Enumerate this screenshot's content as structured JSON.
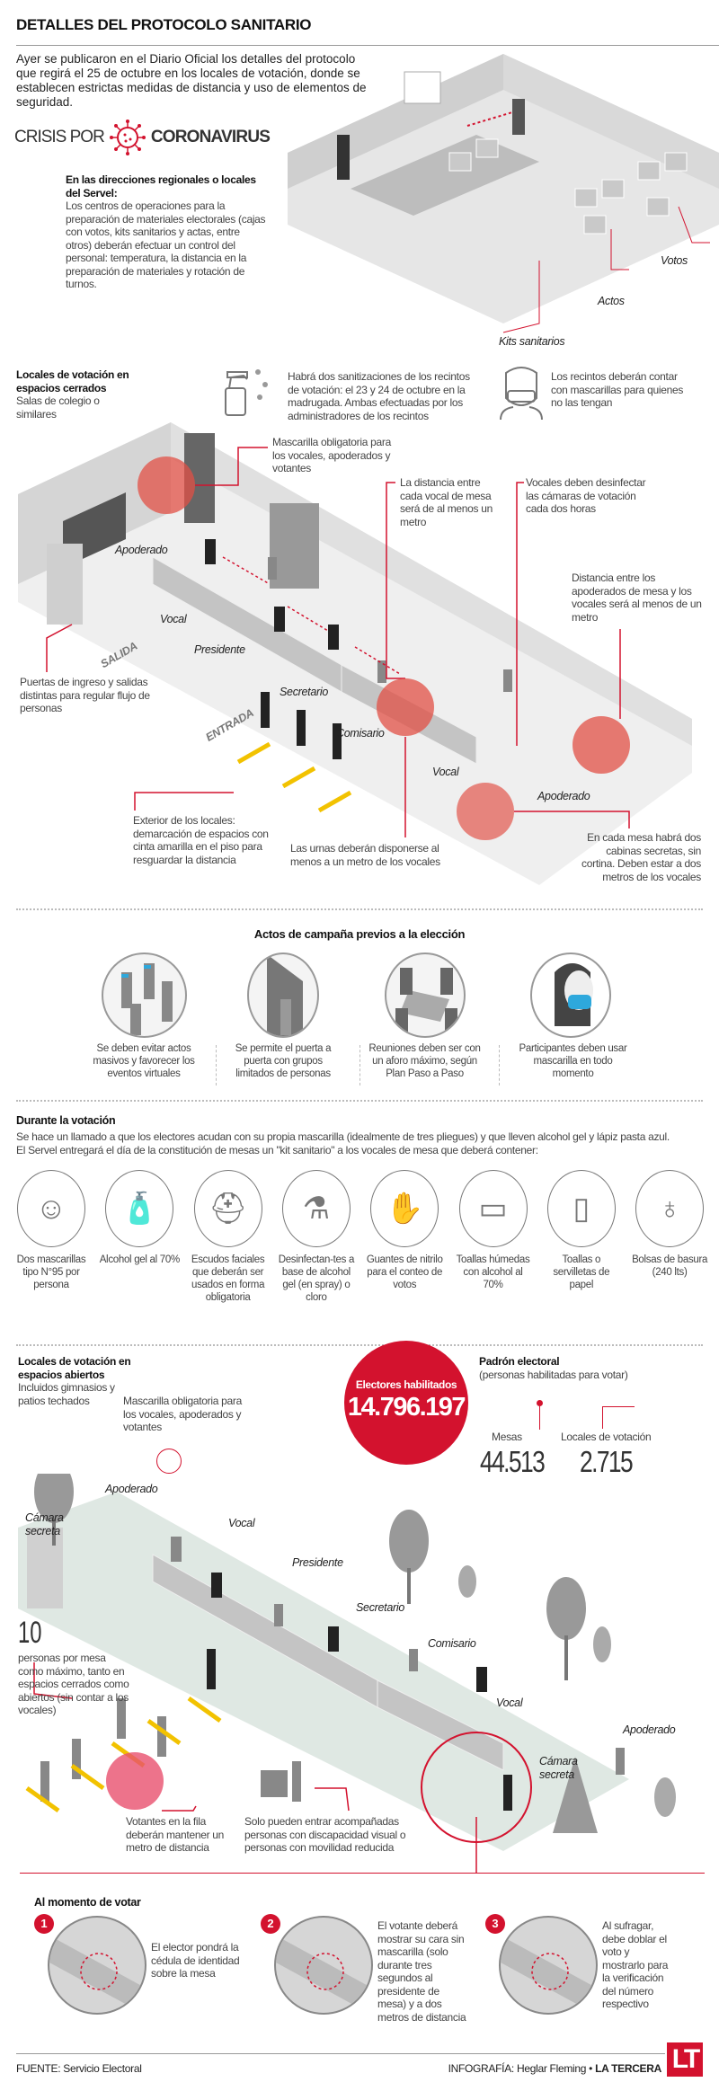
{
  "title": "DETALLES DEL PROTOCOLO SANITARIO",
  "intro": "Ayer se publicaron en el Diario Oficial los detalles del protocolo que regirá el 25 de octubre en los locales de votación, donde se establecen estrictas medidas de distancia y uso de elementos de seguridad.",
  "crisis": {
    "left": "CRISIS POR",
    "right": "CORONAVIRUS"
  },
  "servel": {
    "heading": "En las direcciones regionales o locales del Servel:",
    "body": "Los centros de operaciones para la preparación de materiales electorales (cajas con votos, kits sanitarios y actas, entre otros) deberán efectuar un control del personal: temperatura, la distancia en la preparación de materiales y rotación de turnos.",
    "labels": [
      "Votos",
      "Actos",
      "Kits sanitarios"
    ]
  },
  "closed": {
    "heading": "Locales de votación en espacios cerrados",
    "sub": "Salas de colegio o similares",
    "sanitize": "Habrá dos sanitizaciones de los recintos de votación: el 23 y 24 de octubre en la madrugada. Ambas efectuadas por los administradores de los recintos",
    "masks": "Los recintos deberán contar con mascarillas para quienes no las tengan",
    "notes": {
      "mask": "Mascarilla obligatoria para los vocales, apoderados y votantes",
      "distance": "La distancia entre cada vocal de mesa será de al menos un metro",
      "disinfect": "Vocales deben desinfectar las cámaras de votación cada dos horas",
      "apoderados": "Distancia entre los apoderados de mesa y los vocales será al menos de un metro",
      "doors": "Puertas de ingreso y salidas distintas para regular flujo de personas",
      "exterior": "Exterior de los locales: demarcación de espacios con cinta amarilla en el piso para resguardar la distancia",
      "urnas": "Las urnas deberán disponerse al menos a un metro de los vocales",
      "cabinas": "En cada mesa habrá dos cabinas secretas, sin cortina. Deben estar a dos metros de los vocales"
    },
    "roles": {
      "apoderado1": "Apoderado",
      "vocal1": "Vocal",
      "presidente": "Presidente",
      "secretario": "Secretario",
      "comisario": "Comisario",
      "vocal2": "Vocal",
      "apoderado2": "Apoderado",
      "salida": "SALIDA",
      "entrada": "ENTRADA"
    }
  },
  "campaign": {
    "heading": "Actos de campaña previos a la elección",
    "items": [
      "Se deben evitar actos masivos y favorecer los eventos virtuales",
      "Se permite el puerta a puerta con grupos limitados de personas",
      "Reuniones deben ser con un aforo máximo, según Plan Paso a Paso",
      "Participantes deben usar mascarilla en todo momento"
    ]
  },
  "voting": {
    "heading": "Durante la votación",
    "body": "Se hace un llamado a que los electores acudan con su propia mascarilla (idealmente de tres pliegues) y que lleven alcohol gel y lápiz pasta azul. El Servel entregará el día de la constitución de mesas un \"kit sanitario\" a los vocales de mesa que deberá contener:",
    "kit": [
      {
        "label": "Dos mascarillas tipo N°95 por persona",
        "icon": "face-mask-icon"
      },
      {
        "label": "Alcohol gel al 70%",
        "icon": "hand-sanitizer-icon"
      },
      {
        "label": "Escudos faciales que deberán ser usados en forma obligatoria",
        "icon": "face-shield-icon"
      },
      {
        "label": "Desinfectan-tes a base de alcohol gel (en spray) o cloro",
        "icon": "spray-bottle-icon"
      },
      {
        "label": "Guantes de nitrilo para el conteo de votos",
        "icon": "gloves-icon"
      },
      {
        "label": "Toallas húmedas con alcohol al 70%",
        "icon": "wet-wipes-icon"
      },
      {
        "label": "Toallas o servilletas de papel",
        "icon": "paper-towel-icon"
      },
      {
        "label": "Bolsas de basura (240 lts)",
        "icon": "trash-bag-icon"
      }
    ]
  },
  "open": {
    "heading": "Locales de votación en espacios abiertos",
    "sub": "Incluidos gimnasios y patios techados",
    "mask": "Mascarilla obligatoria para los vocales, apoderados y votantes",
    "roles": {
      "camara1": "Cámara secreta",
      "apoderado1": "Apoderado",
      "vocal1": "Vocal",
      "presidente": "Presidente",
      "secretario": "Secretario",
      "comisario": "Comisario",
      "vocal2": "Vocal",
      "apoderado2": "Apoderado",
      "camara2": "Cámara secreta"
    },
    "max_number": "10",
    "max_text": "personas por mesa como máximo, tanto en espacios cerrados como abiertos (sin contar a los vocales)",
    "queue": "Votantes en la fila deberán mantener un metro de distancia",
    "access": "Solo pueden entrar acompañadas personas con discapacidad visual o personas con movilidad reducida"
  },
  "padron": {
    "heading": "Padrón electoral",
    "sub": "(personas habilitadas para votar)",
    "electores_label": "Electores habilitados",
    "electores": "14.796.197",
    "mesas_label": "Mesas",
    "mesas": "44.513",
    "locales_label": "Locales de votación",
    "locales": "2.715"
  },
  "steps": {
    "heading": "Al momento de votar",
    "items": [
      {
        "n": "1",
        "text": "El elector pondrá la cédula de identidad sobre la mesa"
      },
      {
        "n": "2",
        "text": "El votante deberá mostrar su cara sin mascarilla (solo durante tres segundos al presidente de mesa) y a dos metros de distancia"
      },
      {
        "n": "3",
        "text": "Al sufragar, debe doblar el voto y mostrarlo para la verificación del número respectivo"
      }
    ]
  },
  "footer": {
    "source": "FUENTE: Servicio Electoral",
    "credit_prefix": "INFOGRAFÍA: Heglar Fleming • ",
    "credit_brand": "LA TERCERA",
    "logo": "LT"
  },
  "colors": {
    "accent": "#d3122e",
    "mask": "#2ea8dc",
    "tape": "#f2c200"
  }
}
